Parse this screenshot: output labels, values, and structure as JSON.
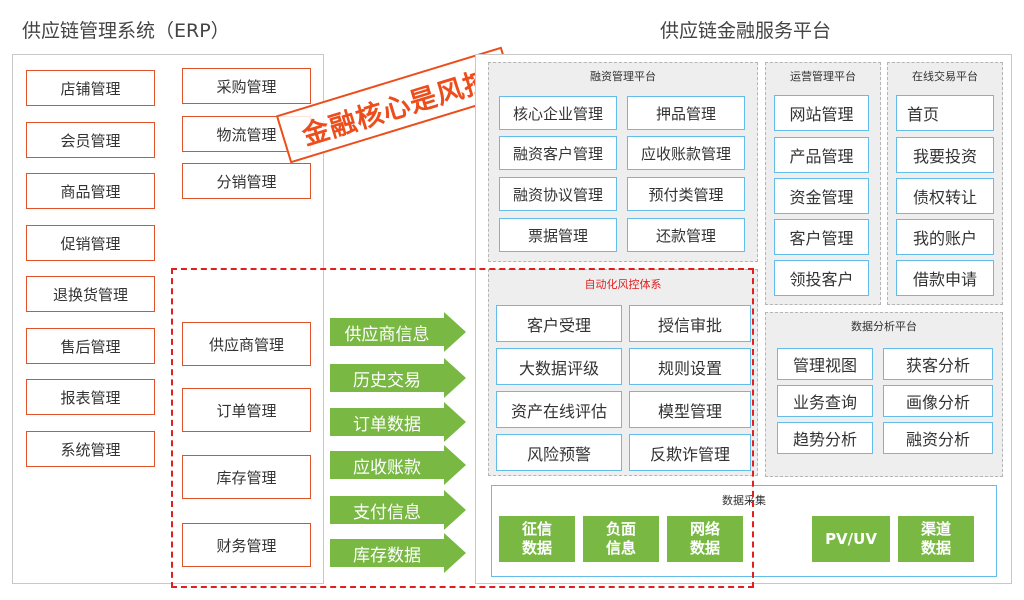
{
  "erp_title": "供应链管理系统（ERP）",
  "platform_title": "供应链金融服务平台",
  "stamp_text": "金融核心是风控",
  "erp_left": [
    "店铺管理",
    "会员管理",
    "商品管理",
    "促销管理",
    "退换货管理",
    "售后管理",
    "报表管理",
    "系统管理"
  ],
  "erp_right_top": [
    "采购管理",
    "物流管理",
    "分销管理"
  ],
  "erp_right_bottom": [
    "供应商管理",
    "订单管理",
    "库存管理",
    "财务管理"
  ],
  "arrows": [
    "供应商信息",
    "历史交易",
    "订单数据",
    "应收账款",
    "支付信息",
    "库存数据"
  ],
  "financing": {
    "title": "融资管理平台",
    "items": [
      "核心企业管理",
      "押品管理",
      "融资客户管理",
      "应收账款管理",
      "融资协议管理",
      "预付类管理",
      "票据管理",
      "还款管理"
    ]
  },
  "operation": {
    "title": "运营管理平台",
    "items": [
      "网站管理",
      "产品管理",
      "资金管理",
      "客户管理",
      "领投客户"
    ]
  },
  "online": {
    "title": "在线交易平台",
    "items": [
      "首页",
      "我要投资",
      "债权转让",
      "我的账户",
      "借款申请"
    ]
  },
  "risk": {
    "title": "自动化风控体系",
    "items": [
      "客户受理",
      "授信审批",
      "大数据评级",
      "规则设置",
      "资产在线评估",
      "模型管理",
      "风险预警",
      "反欺诈管理"
    ]
  },
  "analysis": {
    "title": "数据分析平台",
    "items": [
      "管理视图",
      "获客分析",
      "业务查询",
      "画像分析",
      "趋势分析",
      "融资分析"
    ]
  },
  "collection": {
    "title": "数据采集",
    "items": [
      "征信\n数据",
      "负面\n信息",
      "网络\n数据",
      "PV/UV",
      "渠道\n数据"
    ]
  },
  "colors": {
    "red": "#e0522a",
    "blue": "#63bce9",
    "green": "#78b843",
    "dashed_red": "#e02020"
  }
}
